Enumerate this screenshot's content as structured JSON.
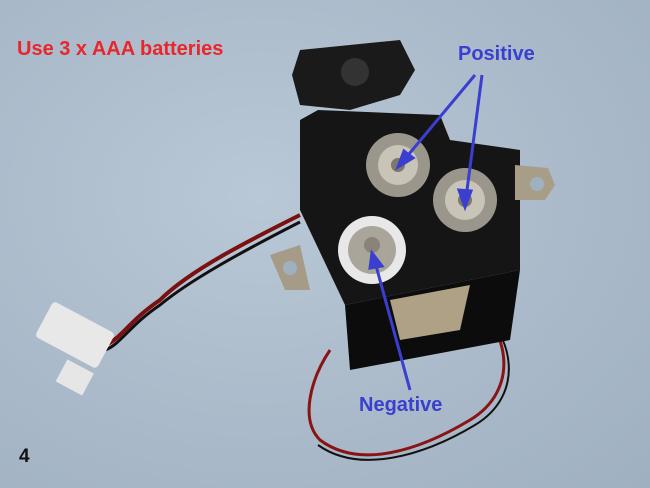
{
  "annotations": {
    "instruction": "Use 3 x AAA batteries",
    "positive_label": "Positive",
    "negative_label": "Negative",
    "step_number": "4"
  },
  "colors": {
    "instruction": "#e8262b",
    "labels": "#3a3fcf",
    "arrows": "#3a3fcf"
  }
}
